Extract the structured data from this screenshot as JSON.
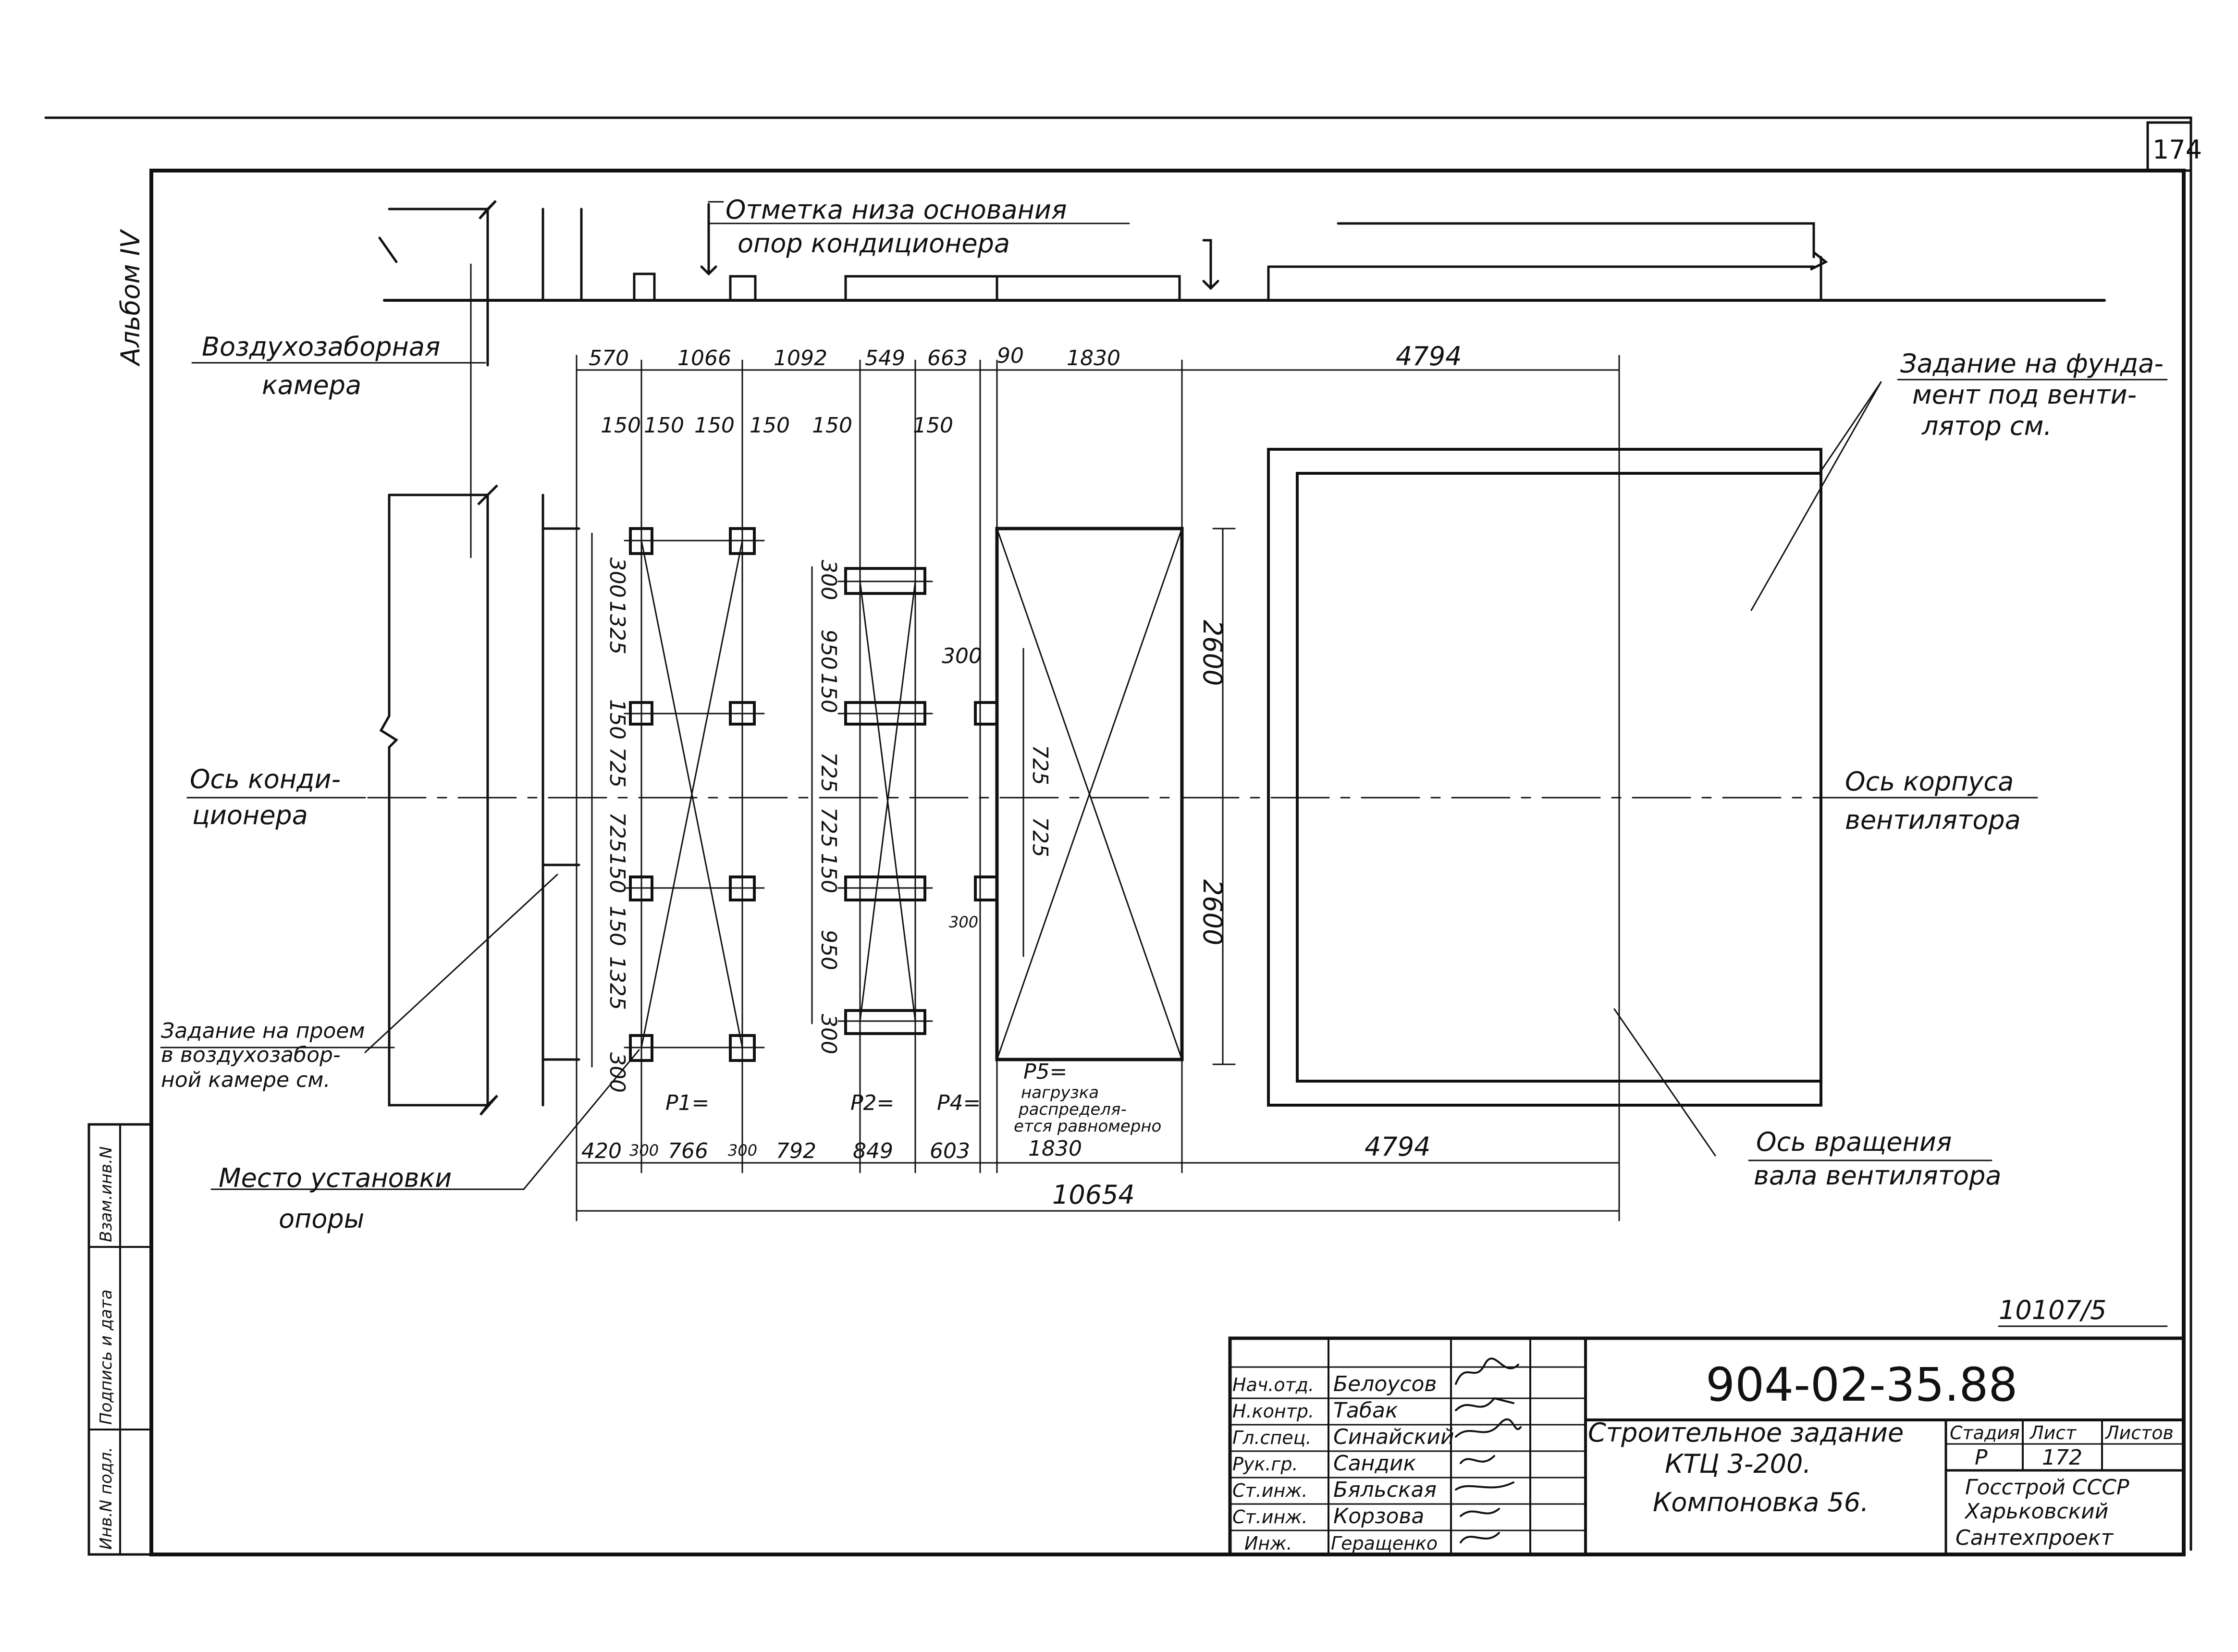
{
  "sheet": {
    "page_number": "174",
    "album": "Альбом IV",
    "archive_number": "10107/5"
  },
  "notes": {
    "foundation_mark_line1": "Отметка низа основания",
    "foundation_mark_line2": "опор кондиционера",
    "air_intake_line1": "Воздухозаборная",
    "air_intake_line2": "камера",
    "fan_foundation_line1": "Задание на фунда-",
    "fan_foundation_line2": "мент под венти-",
    "fan_foundation_line3": "лятор см.",
    "ac_axis_line1": "Ось конди-",
    "ac_axis_line2": "ционера",
    "fan_body_axis_line1": "Ось корпуса",
    "fan_body_axis_line2": "вентилятора",
    "opening_line1": "Задание на проем",
    "opening_line2": "в воздухозабор-",
    "opening_line3": "ной камере см.",
    "support_place_line1": "Место установки",
    "support_place_line2": "опоры",
    "shaft_axis_line1": "Ось вращения",
    "shaft_axis_line2": "вала вентилятора",
    "p5_line1": "P5=",
    "p5_line2": "нагрузка",
    "p5_line3": "распределя-",
    "p5_line4": "ется равномерно",
    "p1": "P1=",
    "p2": "P2=",
    "p4": "P4="
  },
  "dimensions": {
    "top": [
      "570",
      "1066",
      "1092",
      "549",
      "663",
      "90",
      "1830",
      "4794"
    ],
    "bottom": [
      "420",
      "300",
      "766",
      "300",
      "792",
      "849",
      "603",
      "1830",
      "4794"
    ],
    "total": "10654",
    "spacing_150": "150",
    "spacing_300": "300",
    "vertical_1325": "1325",
    "vertical_725": "725",
    "vertical_950": "950",
    "vertical_2600": "2600"
  },
  "title_block": {
    "drawing_code": "904-02-35.88",
    "title_line1": "Строительное задание",
    "title_line2": "КТЦ 3-200.",
    "title_line3": "Компоновка 56.",
    "stage_header": "Стадия",
    "sheet_header": "Лист",
    "sheets_header": "Листов",
    "stage": "Р",
    "sheet": "172",
    "org_line1": "Госстрой СССР",
    "org_line2": "Харьковский",
    "org_line3": "Сантехпроект",
    "staff": [
      {
        "role": "Нач.отд.",
        "name": "Белоусов"
      },
      {
        "role": "Н.контр.",
        "name": "Табак"
      },
      {
        "role": "Гл.спец.",
        "name": "Синайский"
      },
      {
        "role": "Рук.гр.",
        "name": "Сандик"
      },
      {
        "role": "Ст.инж.",
        "name": "Бяльская"
      },
      {
        "role": "Ст.инж.",
        "name": "Корзова"
      },
      {
        "role": "Инж.",
        "name": "Геращенко"
      }
    ]
  },
  "side_stamp": [
    "Инв.N подл.",
    "Подпись и дата",
    "Взам.инв.N"
  ]
}
